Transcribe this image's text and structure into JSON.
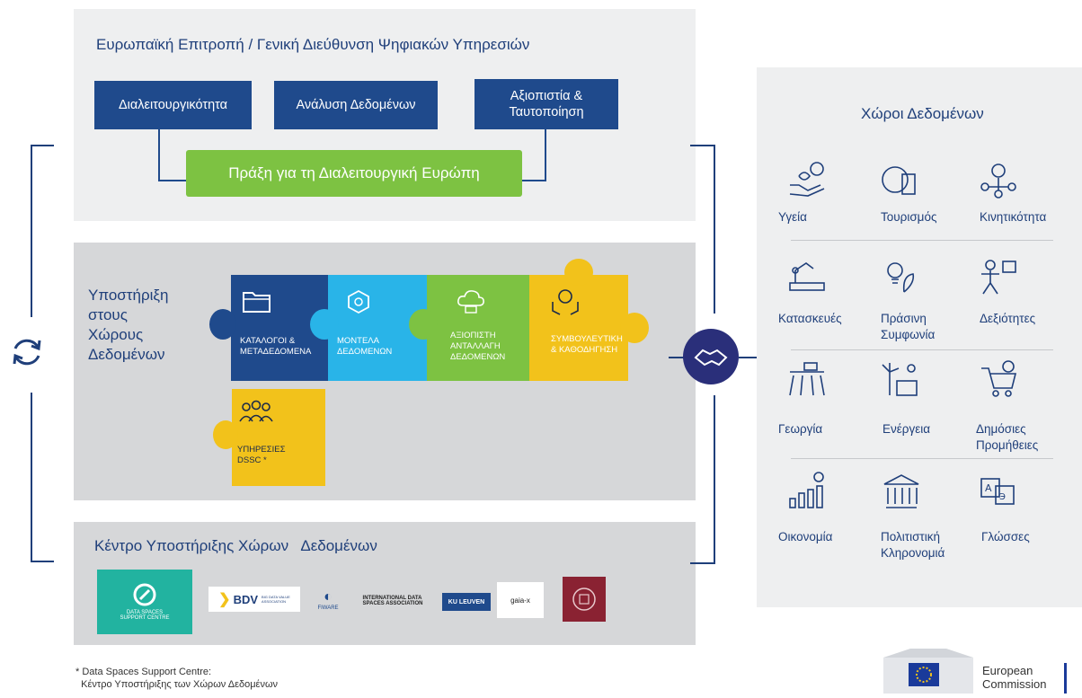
{
  "top_panel": {
    "title": "Ευρωπαϊκή Επιτροπή / Γενική Διεύθυνση Ψηφιακών Υπηρεσιών",
    "boxes": [
      "Διαλειτουργικότητα",
      "Ανάλυση Δεδομένων",
      "Αξιοπιστία &\nΤαυτοποίηση"
    ],
    "act": "Πράξη για τη Διαλειτουργική Ευρώπη"
  },
  "middle_panel": {
    "title": "Υποστήριξη\nστους\nΧώρους\nΔεδομένων",
    "pieces": [
      {
        "label": "ΚΑΤΑΛΟΓΟΙ &\nΜΕΤΑΔΕΔΟΜΕΝΑ",
        "color": "#1f4a8c",
        "icon": "folder-icon"
      },
      {
        "label": "ΜΟΝΤΕΛΑ\nΔΕΔΟΜΕΝΩΝ",
        "color": "#29b4e8",
        "icon": "cube-network-icon"
      },
      {
        "label": "ΑΞΙΟΠΙΣΤΗ\nΑΝΤΑΛΛΑΓΗ\nΔΕΔΟΜΕΝΩΝ",
        "color": "#7dc242",
        "icon": "cloud-exchange-icon"
      },
      {
        "label": "ΣΥΜΒΟΥΛΕΥΤΙΚΗ\n& ΚΑΘΟΔΗΓΗΣΗ",
        "color": "#f2c21b",
        "icon": "lightbulb-hands-icon"
      },
      {
        "label": "ΥΠΗΡΕΣΙΕΣ\nDSSC *",
        "color": "#f2c21b",
        "icon": "people-group-icon"
      }
    ]
  },
  "bottom_panel": {
    "title": "Κέντρο Υποστήριξης Χώρων   Δεδομένων",
    "logos": {
      "dssc": "DATA SPACES\nSUPPORT CENTRE",
      "bdv": "BDV",
      "bdv_sub": "BIG DATA VALUE\nASSOCIATION",
      "fiware": "FIWARE",
      "idsa": "INTERNATIONAL DATA\nSPACES ASSOCIATION",
      "kul": "KU LEUVEN",
      "gaiax": "gaia-x"
    }
  },
  "right_panel": {
    "title": "Χώροι Δεδομένων",
    "domains": [
      {
        "label": "Υγεία",
        "icon": "health-hand-icon"
      },
      {
        "label": "Τουρισμός",
        "icon": "globe-luggage-icon"
      },
      {
        "label": "Κινητικότητα",
        "icon": "location-network-icon"
      },
      {
        "label": "Κατασκευές",
        "icon": "factory-robot-icon"
      },
      {
        "label": "Πράσινη\nΣυμφωνία",
        "icon": "lightbulb-leaf-icon"
      },
      {
        "label": "Δεξιότητες",
        "icon": "person-book-icon"
      },
      {
        "label": "Γεωργία",
        "icon": "tractor-field-icon"
      },
      {
        "label": "Ενέργεια",
        "icon": "windmill-solar-icon"
      },
      {
        "label": "Δημόσιες\nΠρομήθειες",
        "icon": "shopping-cart-check-icon"
      },
      {
        "label": "Οικονομία",
        "icon": "bar-chart-coin-icon"
      },
      {
        "label": "Πολιτιστική\nΚληρονομιά",
        "icon": "temple-icon"
      },
      {
        "label": "Γλώσσες",
        "icon": "translation-icon"
      }
    ]
  },
  "footnote": "* Data Spaces Support Centre:\n  Κέντρο Υποστήριξης των Χώρων Δεδομένων",
  "ec_logo": "European\nCommission",
  "colors": {
    "navy": "#1f4a8c",
    "green": "#7dc242",
    "cyan": "#29b4e8",
    "yellow": "#f2c21b",
    "dark_circle": "#2a2f7a"
  }
}
